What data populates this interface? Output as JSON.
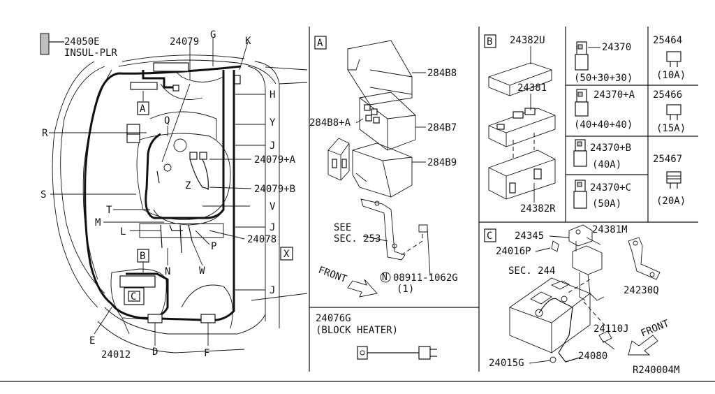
{
  "left_panel": {
    "insul_plr_num": "24050E",
    "insul_plr_name": "INSUL-PLR",
    "labels": {
      "24079": "24079",
      "G": "G",
      "K": "K",
      "H": "H",
      "A": "A",
      "R": "R",
      "Q": "Q",
      "Y": "Y",
      "J1": "J",
      "24079A": "24079+A",
      "Z": "Z",
      "24079B": "24079+B",
      "S": "S",
      "T": "T",
      "V": "V",
      "M": "M",
      "J2": "J",
      "L": "L",
      "24078": "24078",
      "P": "P",
      "X": "X",
      "B": "B",
      "N": "N",
      "W": "W",
      "C": "C",
      "J3": "J",
      "E": "E",
      "24012": "24012",
      "D": "D",
      "F": "F"
    }
  },
  "panel_a": {
    "tag": "A",
    "p284B8": "284B8",
    "p284B8A": "284B8+A",
    "p284B7": "284B7",
    "p284B9": "284B9",
    "see": "SEE",
    "sec": "SEC. 253",
    "front": "FRONT",
    "bolt_num": "08911-1062G",
    "bolt_qty": "(1)",
    "bolt_prefix": "N"
  },
  "panel_block_heater": {
    "num": "24076G",
    "name": "(BLOCK HEATER)"
  },
  "panel_b": {
    "tag": "B",
    "p24382U": "24382U",
    "p24381": "24381",
    "p24382R": "24382R",
    "p24370": "24370",
    "p24370_spec": "(50+30+30)",
    "p24370A": "24370+A",
    "p24370A_spec": "(40+40+40)",
    "p24370B": "24370+B",
    "p24370B_spec": "(40A)",
    "p24370C": "24370+C",
    "p24370C_spec": "(50A)",
    "p25464": "25464",
    "p25464_spec": "(10A)",
    "p25466": "25466",
    "p25466_spec": "(15A)",
    "p25467": "25467",
    "p25467_spec": "(20A)"
  },
  "panel_c": {
    "tag": "C",
    "p24345": "24345",
    "p24381M": "24381M",
    "p24016P": "24016P",
    "sec": "SEC. 244",
    "p24230Q": "24230Q",
    "p24110J": "24110J",
    "front": "FRONT",
    "p24080": "24080",
    "p24015G": "24015G"
  },
  "diagram_code": "R240004M"
}
